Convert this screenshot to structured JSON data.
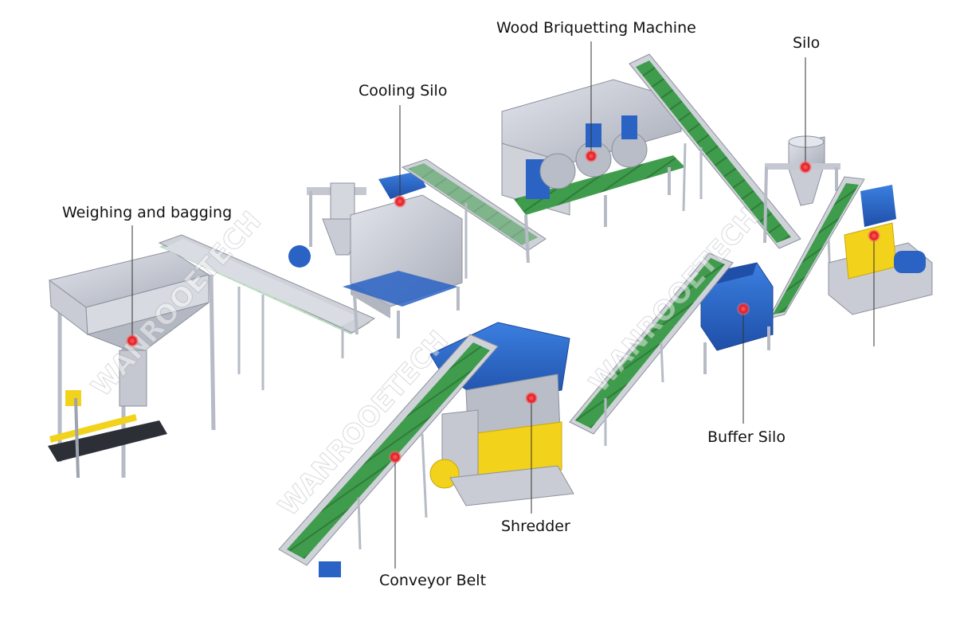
{
  "labels": {
    "weighing": "Weighing and bagging",
    "cooling": "Cooling Silo",
    "briquetting": "Wood Briquetting Machine",
    "silo": "Silo",
    "buffer": "Buffer Silo",
    "shredder": "Shredder",
    "conveyor": "Conveyor Belt"
  },
  "watermark": "WANROOETECH",
  "colors": {
    "belt": "#3d9a4a",
    "frame": "#9ea3b0",
    "hopper_blue": "#2a63c4",
    "motor_yellow": "#f2d21a",
    "marker_red": "#e31b23"
  }
}
